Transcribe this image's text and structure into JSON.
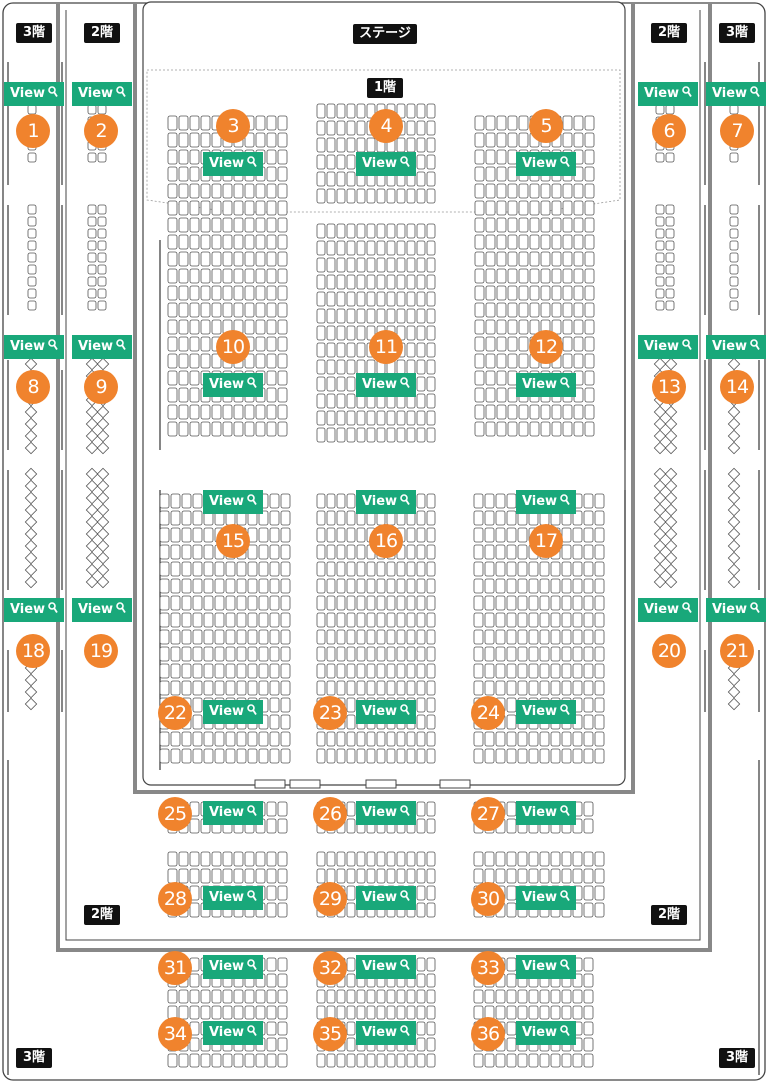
{
  "floor_labels": {
    "stage": "ステージ",
    "floor1": "1階",
    "floor2": "2階",
    "floor3": "3階"
  },
  "view_button": {
    "label": "View",
    "icon": "magnifier-icon"
  },
  "colors": {
    "view_button": "#19a87a",
    "area_badge": "#f0832d",
    "floor_label": "#111111"
  },
  "areas": [
    "1",
    "2",
    "3",
    "4",
    "5",
    "6",
    "7",
    "8",
    "9",
    "10",
    "11",
    "12",
    "13",
    "14",
    "15",
    "16",
    "17",
    "18",
    "19",
    "20",
    "21",
    "22",
    "23",
    "24",
    "25",
    "26",
    "27",
    "28",
    "29",
    "30",
    "31",
    "32",
    "33",
    "34",
    "35",
    "36"
  ]
}
